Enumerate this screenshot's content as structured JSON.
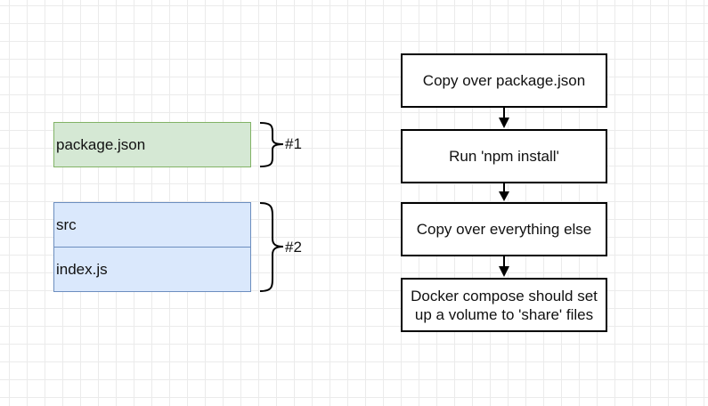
{
  "files": {
    "package": "package.json",
    "src": "src",
    "index": "index.js"
  },
  "groups": {
    "one": "#1",
    "two": "#2"
  },
  "steps": [
    {
      "label": "Copy over package.json"
    },
    {
      "label": "Run 'npm install'"
    },
    {
      "label": "Copy over everything else"
    },
    {
      "label": "Docker compose should set up a volume to 'share' files"
    }
  ],
  "colors": {
    "green_fill": "#d5e8d4",
    "green_stroke": "#82b366",
    "blue_fill": "#dae8fc",
    "blue_stroke": "#6c8ebf"
  }
}
